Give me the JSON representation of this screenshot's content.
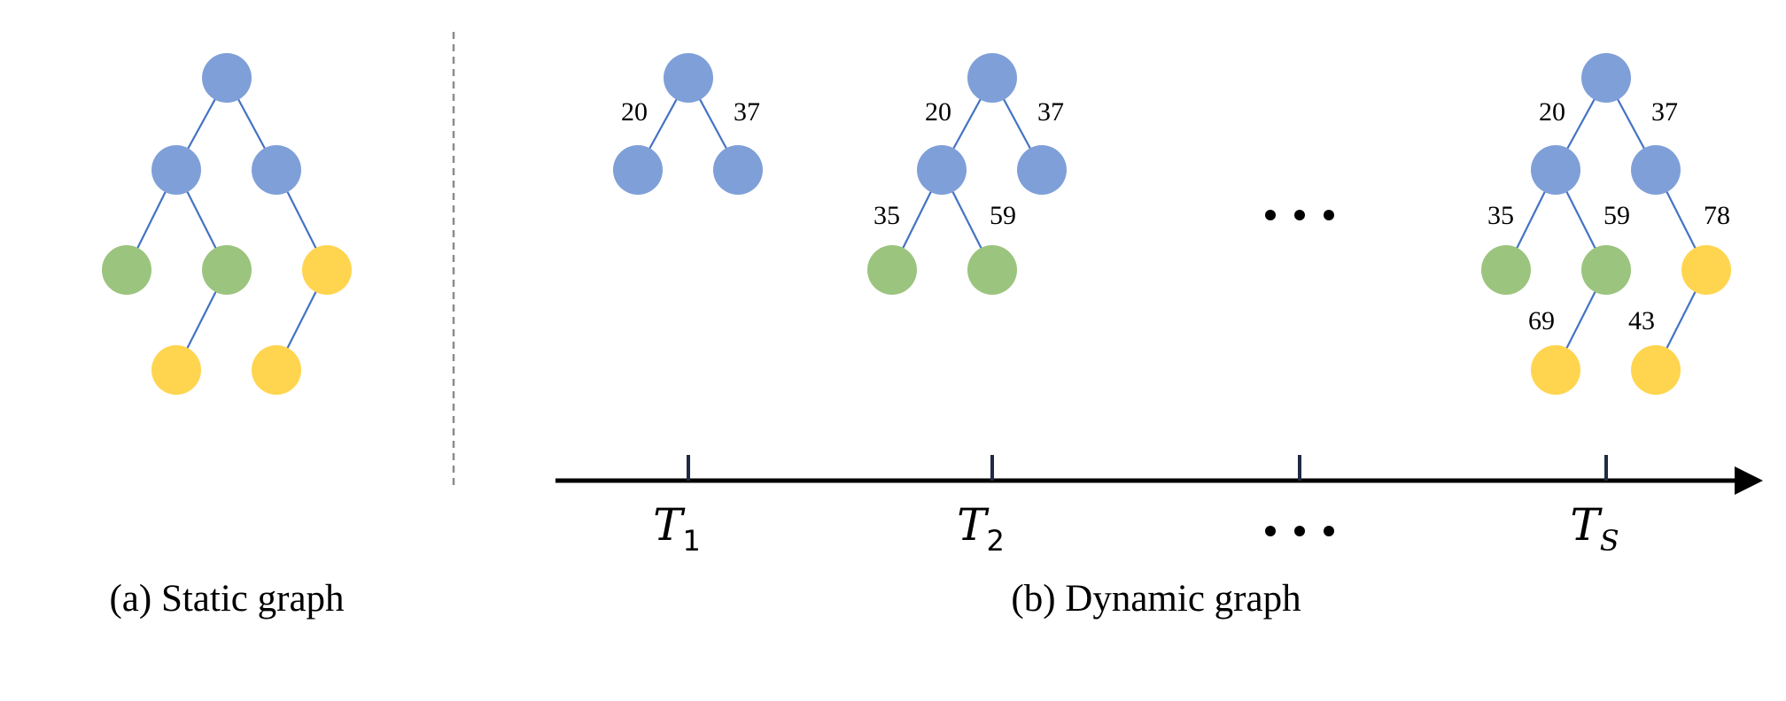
{
  "colors": {
    "edge": "#4472c4",
    "node_blue": "#7f9fd8",
    "node_green": "#9bc47e",
    "node_yellow": "#ffd54f",
    "axis": "#000000",
    "tick": "#1f2a44",
    "divider": "#8c8c8c"
  },
  "static_graph": {
    "caption": "(a) Static graph",
    "nodes": [
      {
        "id": "r",
        "color": "blue"
      },
      {
        "id": "a",
        "color": "blue"
      },
      {
        "id": "b",
        "color": "blue"
      },
      {
        "id": "c",
        "color": "green"
      },
      {
        "id": "d",
        "color": "green"
      },
      {
        "id": "e",
        "color": "yellow"
      },
      {
        "id": "f",
        "color": "yellow"
      },
      {
        "id": "g",
        "color": "yellow"
      }
    ],
    "edges": [
      [
        "r",
        "a"
      ],
      [
        "r",
        "b"
      ],
      [
        "a",
        "c"
      ],
      [
        "a",
        "d"
      ],
      [
        "b",
        "e"
      ],
      [
        "d",
        "f"
      ],
      [
        "e",
        "g"
      ]
    ]
  },
  "dynamic_graph": {
    "caption": "(b) Dynamic graph",
    "ellipsis": "• • •",
    "snapshots": [
      {
        "time_label": "T",
        "time_sub": "1",
        "edge_labels": [
          "20",
          "37"
        ]
      },
      {
        "time_label": "T",
        "time_sub": "2",
        "edge_labels": [
          "20",
          "37",
          "35",
          "59"
        ]
      },
      {
        "time_label": "T",
        "time_sub": "S",
        "edge_labels": [
          "20",
          "37",
          "35",
          "59",
          "78",
          "69",
          "43"
        ]
      }
    ]
  }
}
